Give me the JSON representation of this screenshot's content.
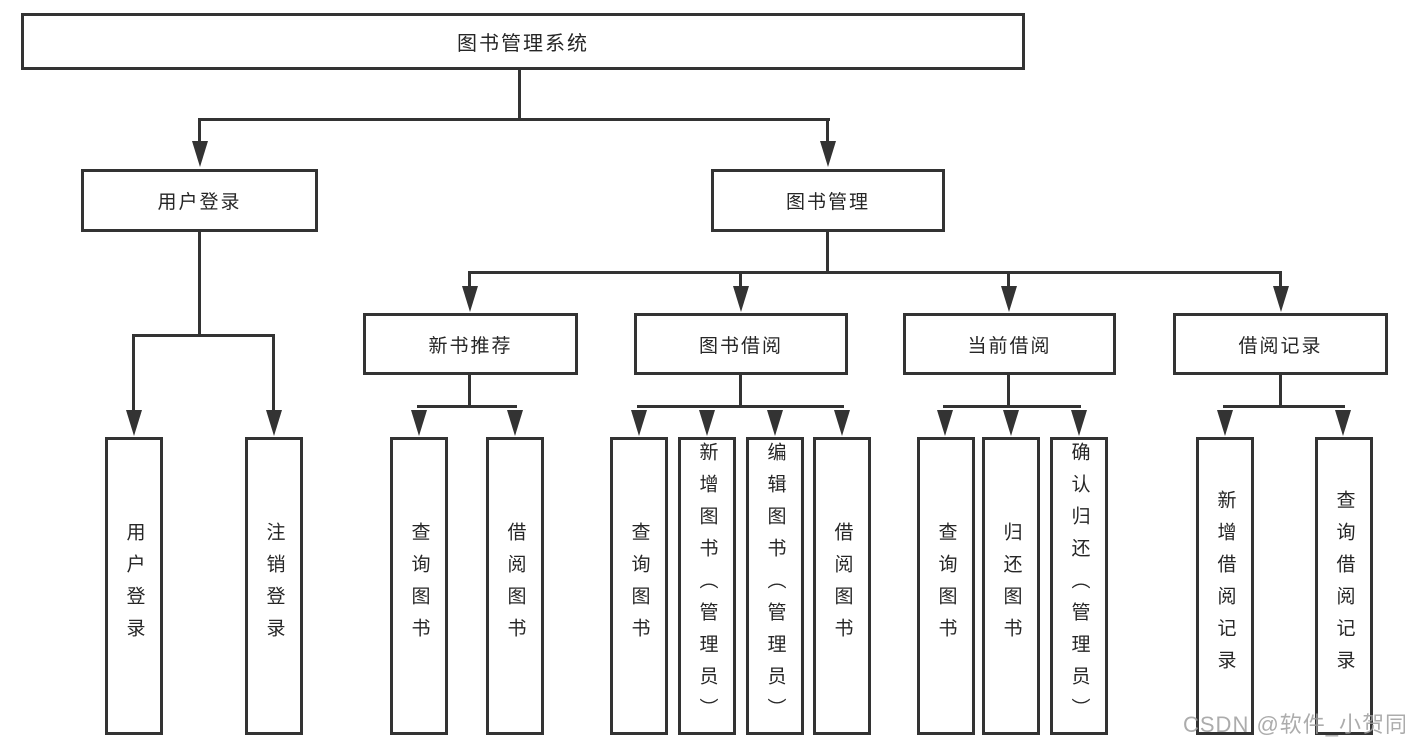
{
  "diagram": {
    "root": {
      "label": "图书管理系统"
    },
    "level2": {
      "user_login": {
        "label": "用户登录"
      },
      "book_mgmt": {
        "label": "图书管理"
      }
    },
    "level3": {
      "new_book_rec": {
        "label": "新书推荐"
      },
      "book_borrow": {
        "label": "图书借阅"
      },
      "current_borrow": {
        "label": "当前借阅"
      },
      "borrow_record": {
        "label": "借阅记录"
      }
    },
    "leaves": {
      "login": {
        "label": "用户登录"
      },
      "logout": {
        "label": "注销登录"
      },
      "rec_query": {
        "label": "查询图书"
      },
      "rec_borrow": {
        "label": "借阅图书"
      },
      "bb_query": {
        "label": "查询图书"
      },
      "bb_add": {
        "label": "新增图书（管理员）"
      },
      "bb_edit": {
        "label": "编辑图书（管理员）"
      },
      "bb_borrow": {
        "label": "借阅图书"
      },
      "cb_query": {
        "label": "查询图书"
      },
      "cb_return": {
        "label": "归还图书"
      },
      "cb_confirm": {
        "label": "确认归还（管理员）"
      },
      "br_add": {
        "label": "新增借阅记录"
      },
      "br_query": {
        "label": "查询借阅记录"
      }
    }
  },
  "watermark": {
    "text": "CSDN @软件_小贺同学"
  },
  "colors": {
    "line": "#333333",
    "text": "#262626",
    "watermark": "#9e9e9e",
    "background": "#ffffff"
  }
}
